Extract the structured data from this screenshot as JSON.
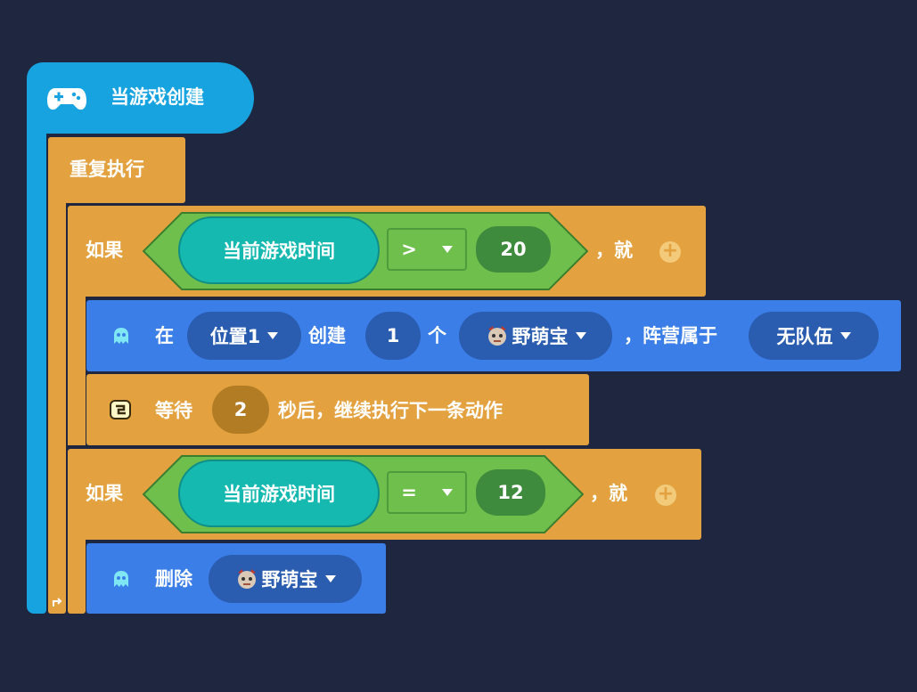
{
  "event": {
    "label": "当游戏创建",
    "icon": "gamepad-icon"
  },
  "loop": {
    "label": "重复执行",
    "icon": "loop-arrow-icon"
  },
  "if1": {
    "keyword": "如果",
    "reporter": "当前游戏时间",
    "operator": ">",
    "value": "20",
    "then": "，就"
  },
  "create": {
    "icon": "ghost-icon",
    "at": "在",
    "position": "位置1",
    "create": "创建",
    "count": "1",
    "unit": "个",
    "monster": "野萌宝",
    "camp_label": "，阵营属于",
    "camp": "无队伍"
  },
  "wait": {
    "icon": "wait-icon",
    "label": "等待",
    "seconds": "2",
    "suffix": "秒后，继续执行下一条动作"
  },
  "if2": {
    "keyword": "如果",
    "reporter": "当前游戏时间",
    "operator": "=",
    "value": "12",
    "then": "，就"
  },
  "delete": {
    "icon": "ghost-icon",
    "label": "删除",
    "monster": "野萌宝"
  },
  "colors": {
    "background": "#1f2640",
    "event": "#17a3e0",
    "control": "#e3a23f",
    "action": "#3b7ee8",
    "condition": "#6fbf4c",
    "reporter": "#16b9b0"
  }
}
